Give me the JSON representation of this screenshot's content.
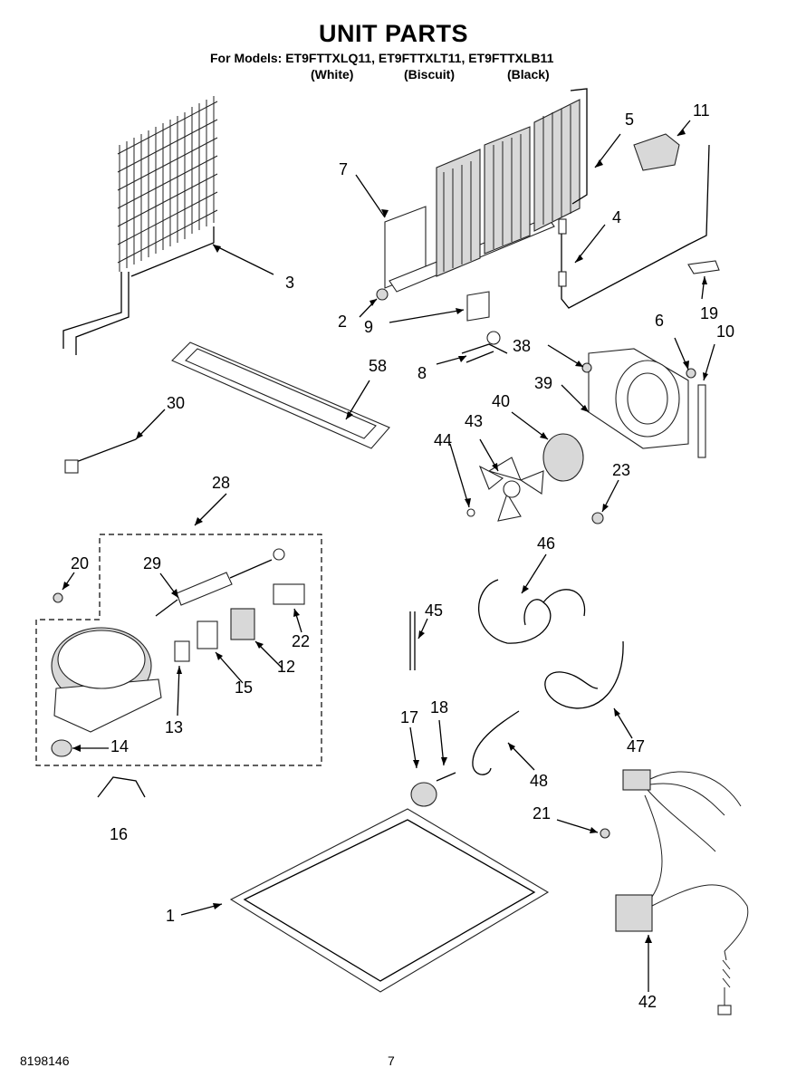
{
  "header": {
    "title": "UNIT PARTS",
    "models_line": "For Models: ET9FTTXLQ11, ET9FTTXLT11, ET9FTTXLB11",
    "color_labels": [
      "(White)",
      "(Biscuit)",
      "(Black)"
    ]
  },
  "callouts": {
    "c1": "1",
    "c2": "2",
    "c3": "3",
    "c4": "4",
    "c5": "5",
    "c6": "6",
    "c7": "7",
    "c8": "8",
    "c9": "9",
    "c10": "10",
    "c11": "11",
    "c12": "12",
    "c13": "13",
    "c14": "14",
    "c15": "15",
    "c16": "16",
    "c17": "17",
    "c18": "18",
    "c19": "19",
    "c20": "20",
    "c21": "21",
    "c22": "22",
    "c23": "23",
    "c28": "28",
    "c29": "29",
    "c30": "30",
    "c38": "38",
    "c39": "39",
    "c40": "40",
    "c42": "42",
    "c43": "43",
    "c44": "44",
    "c45": "45",
    "c46": "46",
    "c47": "47",
    "c48": "48",
    "c58": "58"
  },
  "footer": {
    "doc_number": "8198146",
    "page_number": "7"
  }
}
